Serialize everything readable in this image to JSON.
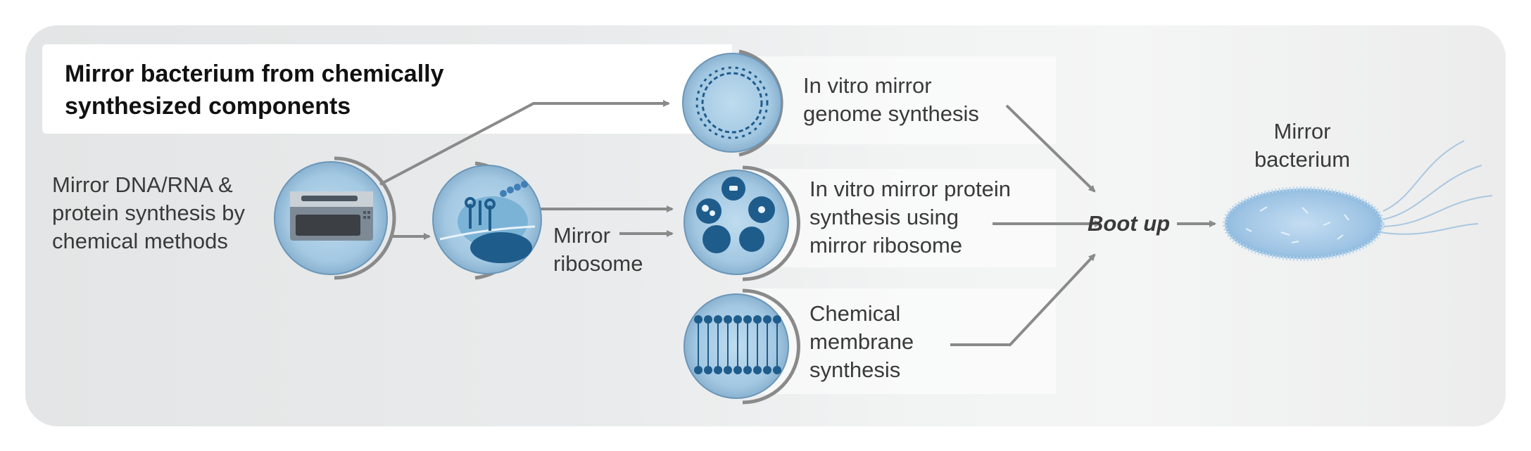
{
  "title": {
    "line1": "Mirror bacterium from chemically",
    "line2": "synthesized components"
  },
  "labels": {
    "chemical_synthesis": [
      "Mirror DNA/RNA &",
      "protein synthesis by",
      "chemical methods"
    ],
    "ribosome": [
      "Mirror",
      "ribosome"
    ],
    "genome": [
      "In vitro mirror",
      "genome synthesis"
    ],
    "protein": [
      "In vitro mirror protein",
      "synthesis using",
      "mirror ribosome"
    ],
    "membrane": [
      "Chemical",
      "membrane",
      "synthesis"
    ],
    "boot_up": "Boot up",
    "bacterium": [
      "Mirror",
      "bacterium"
    ]
  },
  "colors": {
    "circle_fill": "#a9cde6",
    "circle_edge": "#5f8fb4",
    "icon_dark": "#1e5c8c",
    "arrow": "#8a8a8a",
    "bacterium": "#9fc7e8"
  }
}
